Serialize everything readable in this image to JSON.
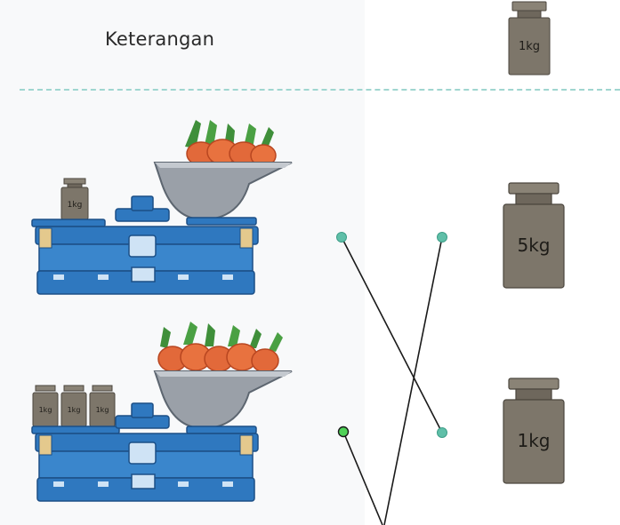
{
  "header": {
    "label": "Keterangan"
  },
  "weights": {
    "header_weight": "1kg",
    "right_top": "5kg",
    "right_bottom": "1kg",
    "small_on_scale": "1kg"
  },
  "colors": {
    "scale_blue": "#2f78bf",
    "scale_dark": "#1c4f86",
    "weight_gray": "#7d766a",
    "dot_teal": "#5fbfa8",
    "dot_green": "#4fd157",
    "divider": "#9fd6d0"
  }
}
